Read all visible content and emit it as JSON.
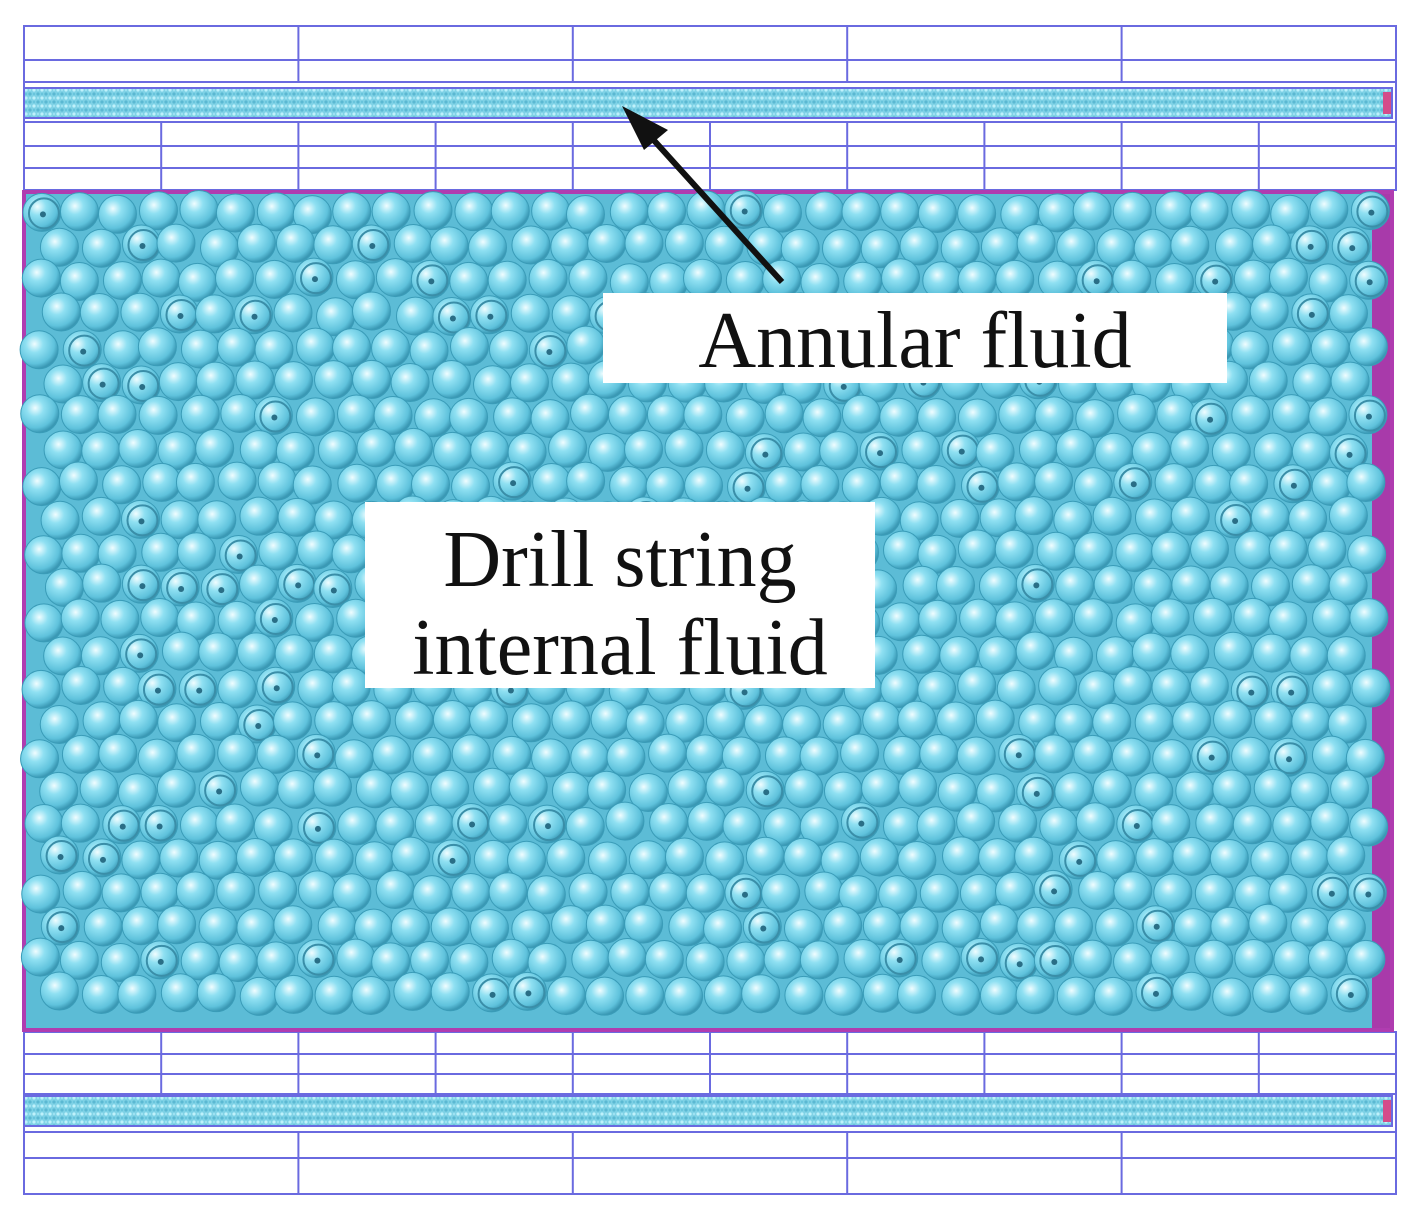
{
  "figure": {
    "colors": {
      "background": "#ffffff",
      "grid_line": "#6a6ae0",
      "particle_fill": "#7fd6ea",
      "particle_highlight": "#e8fbff",
      "particle_shadow": "#3a9cb8",
      "boundary": "#b03cb0",
      "arrow": "#111111"
    },
    "labels": {
      "annular_fluid": "Annular fluid",
      "internal_fluid_line1": "Drill string",
      "internal_fluid_line2": "internal fluid"
    }
  }
}
